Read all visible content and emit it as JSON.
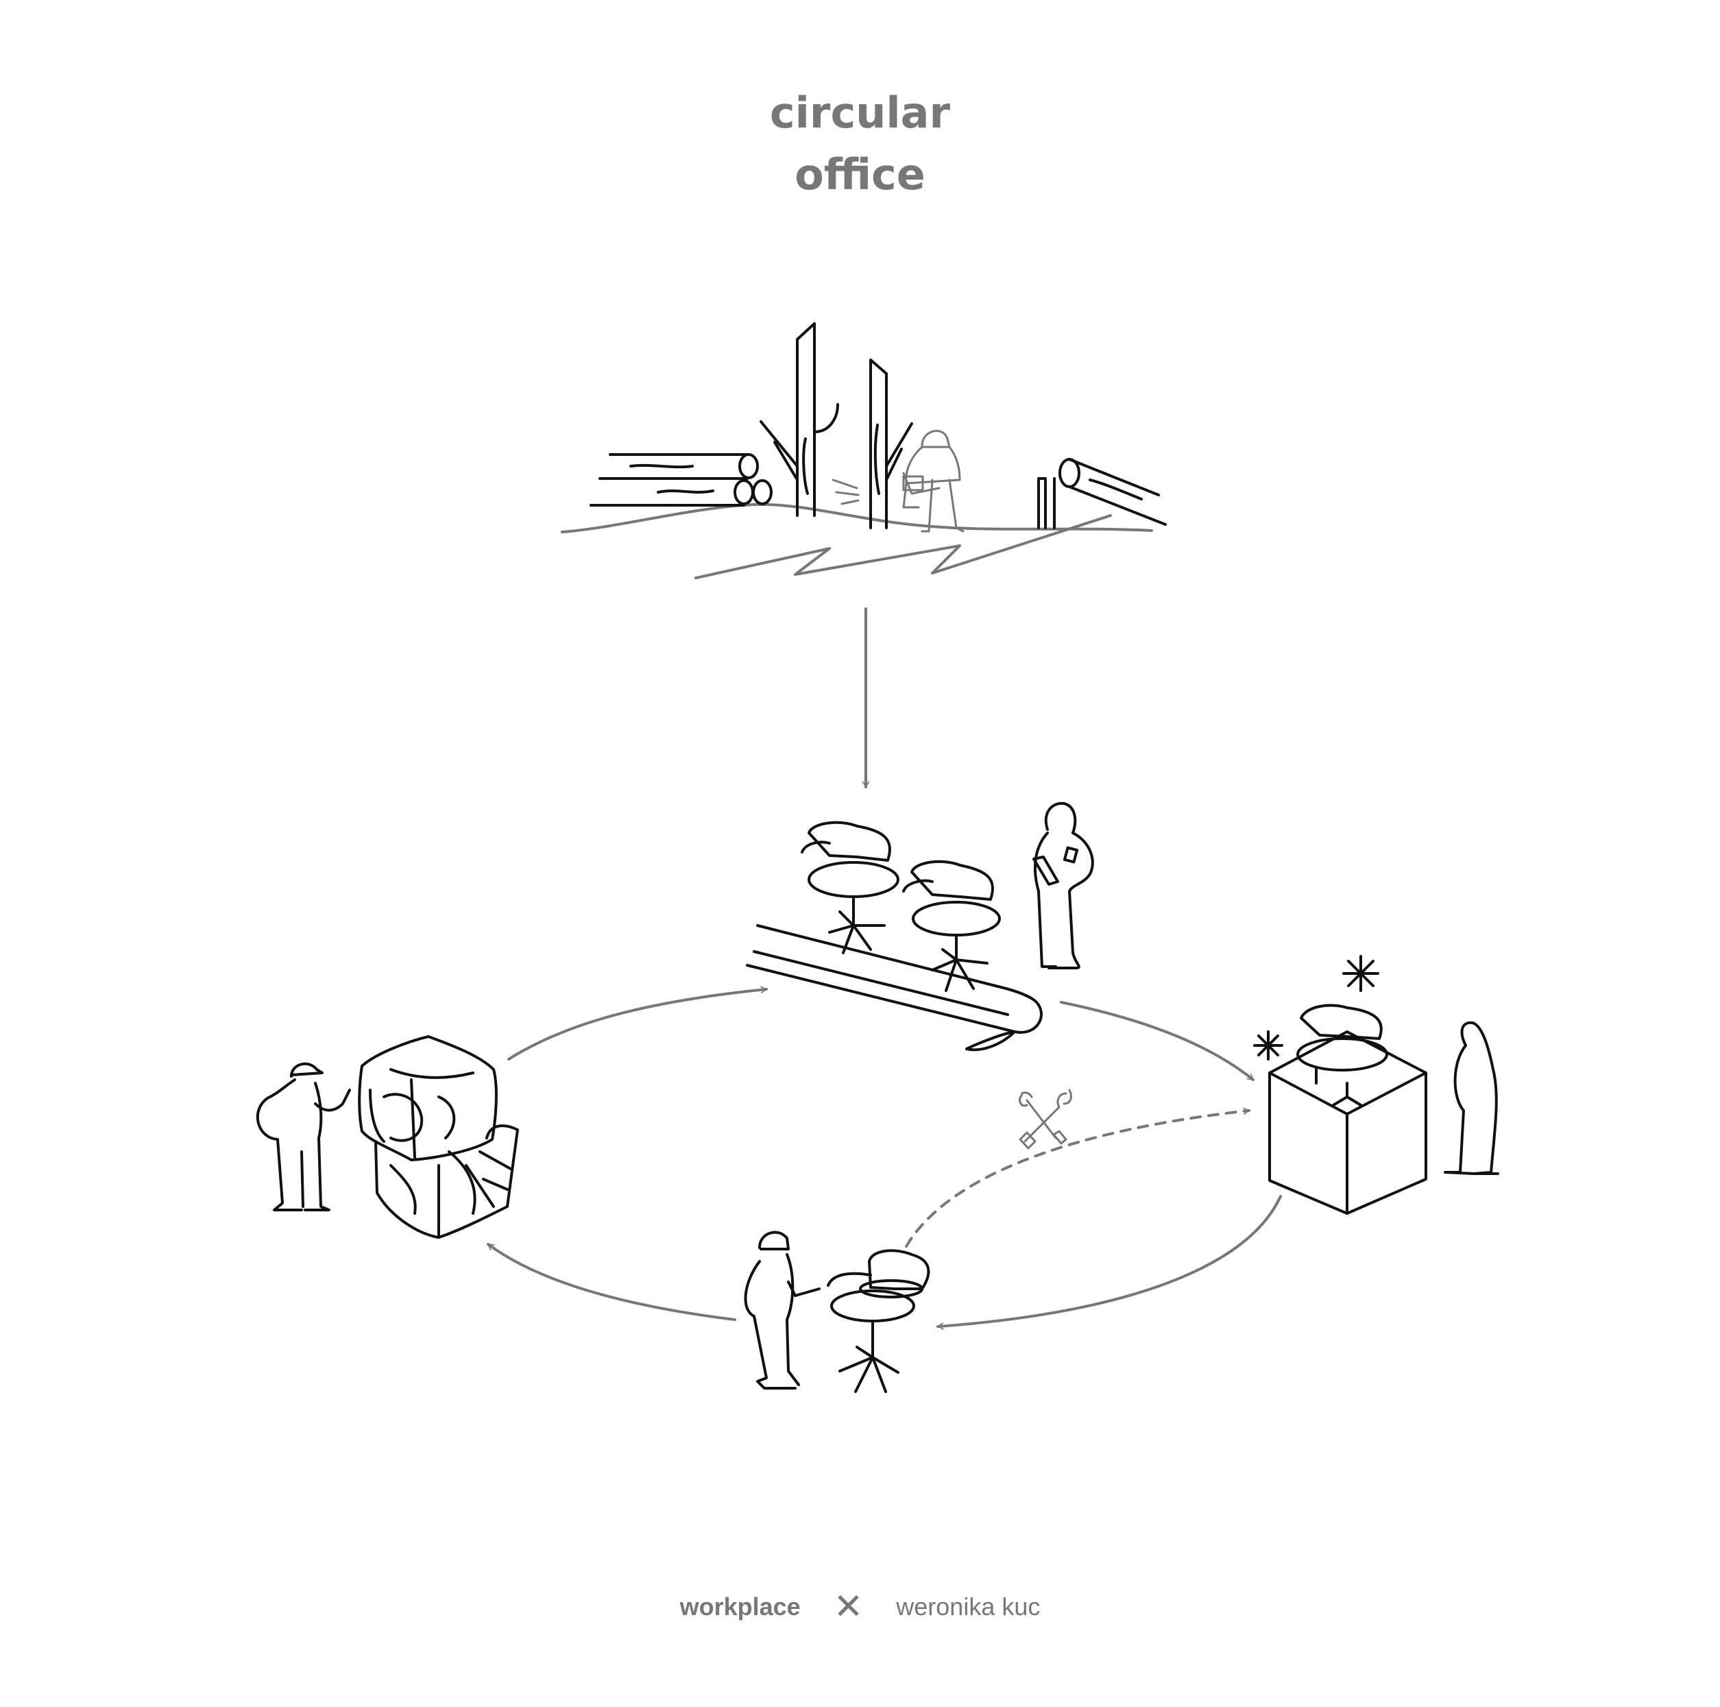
{
  "title": {
    "line1": "circular",
    "line2": "office"
  },
  "footer": {
    "brand": "workplace",
    "separator": "✕",
    "author": "weronika kuc"
  },
  "colors": {
    "ink": "#111111",
    "accent_grey": "#777777",
    "background": "#ffffff"
  },
  "icons": [
    "forest-logging-scene",
    "conveyor-chairs-icon",
    "packaged-chair-box-icon",
    "repair-chair-icon",
    "compressed-bales-icon",
    "tools-icon",
    "sparkle-icon"
  ]
}
